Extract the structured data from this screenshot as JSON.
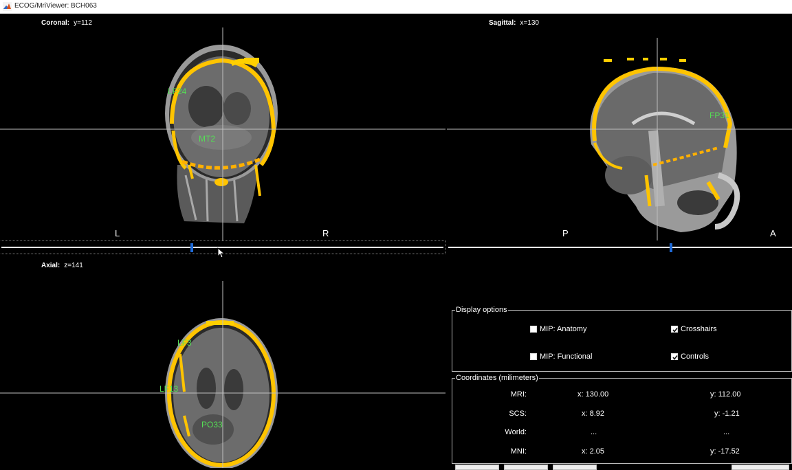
{
  "window": {
    "title": "ECOG/MriViewer: BCH063"
  },
  "coronal": {
    "title": "Coronal:",
    "coord": "y=112",
    "left_label": "L",
    "right_label": "R",
    "electrodes": [
      "LF24",
      "MT2"
    ],
    "slider_value": 0.43
  },
  "sagittal": {
    "title": "Sagittal:",
    "coord": "x=130",
    "left_label": "P",
    "right_label": "A",
    "electrodes": [
      "FP31"
    ],
    "slider_value": 0.65
  },
  "axial": {
    "title": "Axial:",
    "coord": "z=141",
    "electrodes": [
      "LF3",
      "LF13",
      "PO33"
    ]
  },
  "display_options": {
    "legend": "Display options",
    "mip_anatomy": {
      "label": "MIP: Anatomy",
      "checked": false
    },
    "mip_functional": {
      "label": "MIP: Functional",
      "checked": false
    },
    "crosshairs": {
      "label": "Crosshairs",
      "checked": true
    },
    "controls": {
      "label": "Controls",
      "checked": true
    }
  },
  "coordinates": {
    "legend": "Coordinates (milimeters)",
    "rows": [
      {
        "label": "MRI:",
        "x": "x: 130.00",
        "y": "y: 112.00"
      },
      {
        "label": "SCS:",
        "x": "x: 8.92",
        "y": "y: -1.21"
      },
      {
        "label": "World:",
        "x": "...",
        "y": "..."
      },
      {
        "label": "MNI:",
        "x": "x: 2.05",
        "y": "y: -17.52"
      }
    ]
  },
  "colors": {
    "crosshair": "#bfbfbf",
    "overlay": "#ffc400",
    "electrode_label": "#55dd55",
    "slider_thumb": "#1e6ad8"
  }
}
